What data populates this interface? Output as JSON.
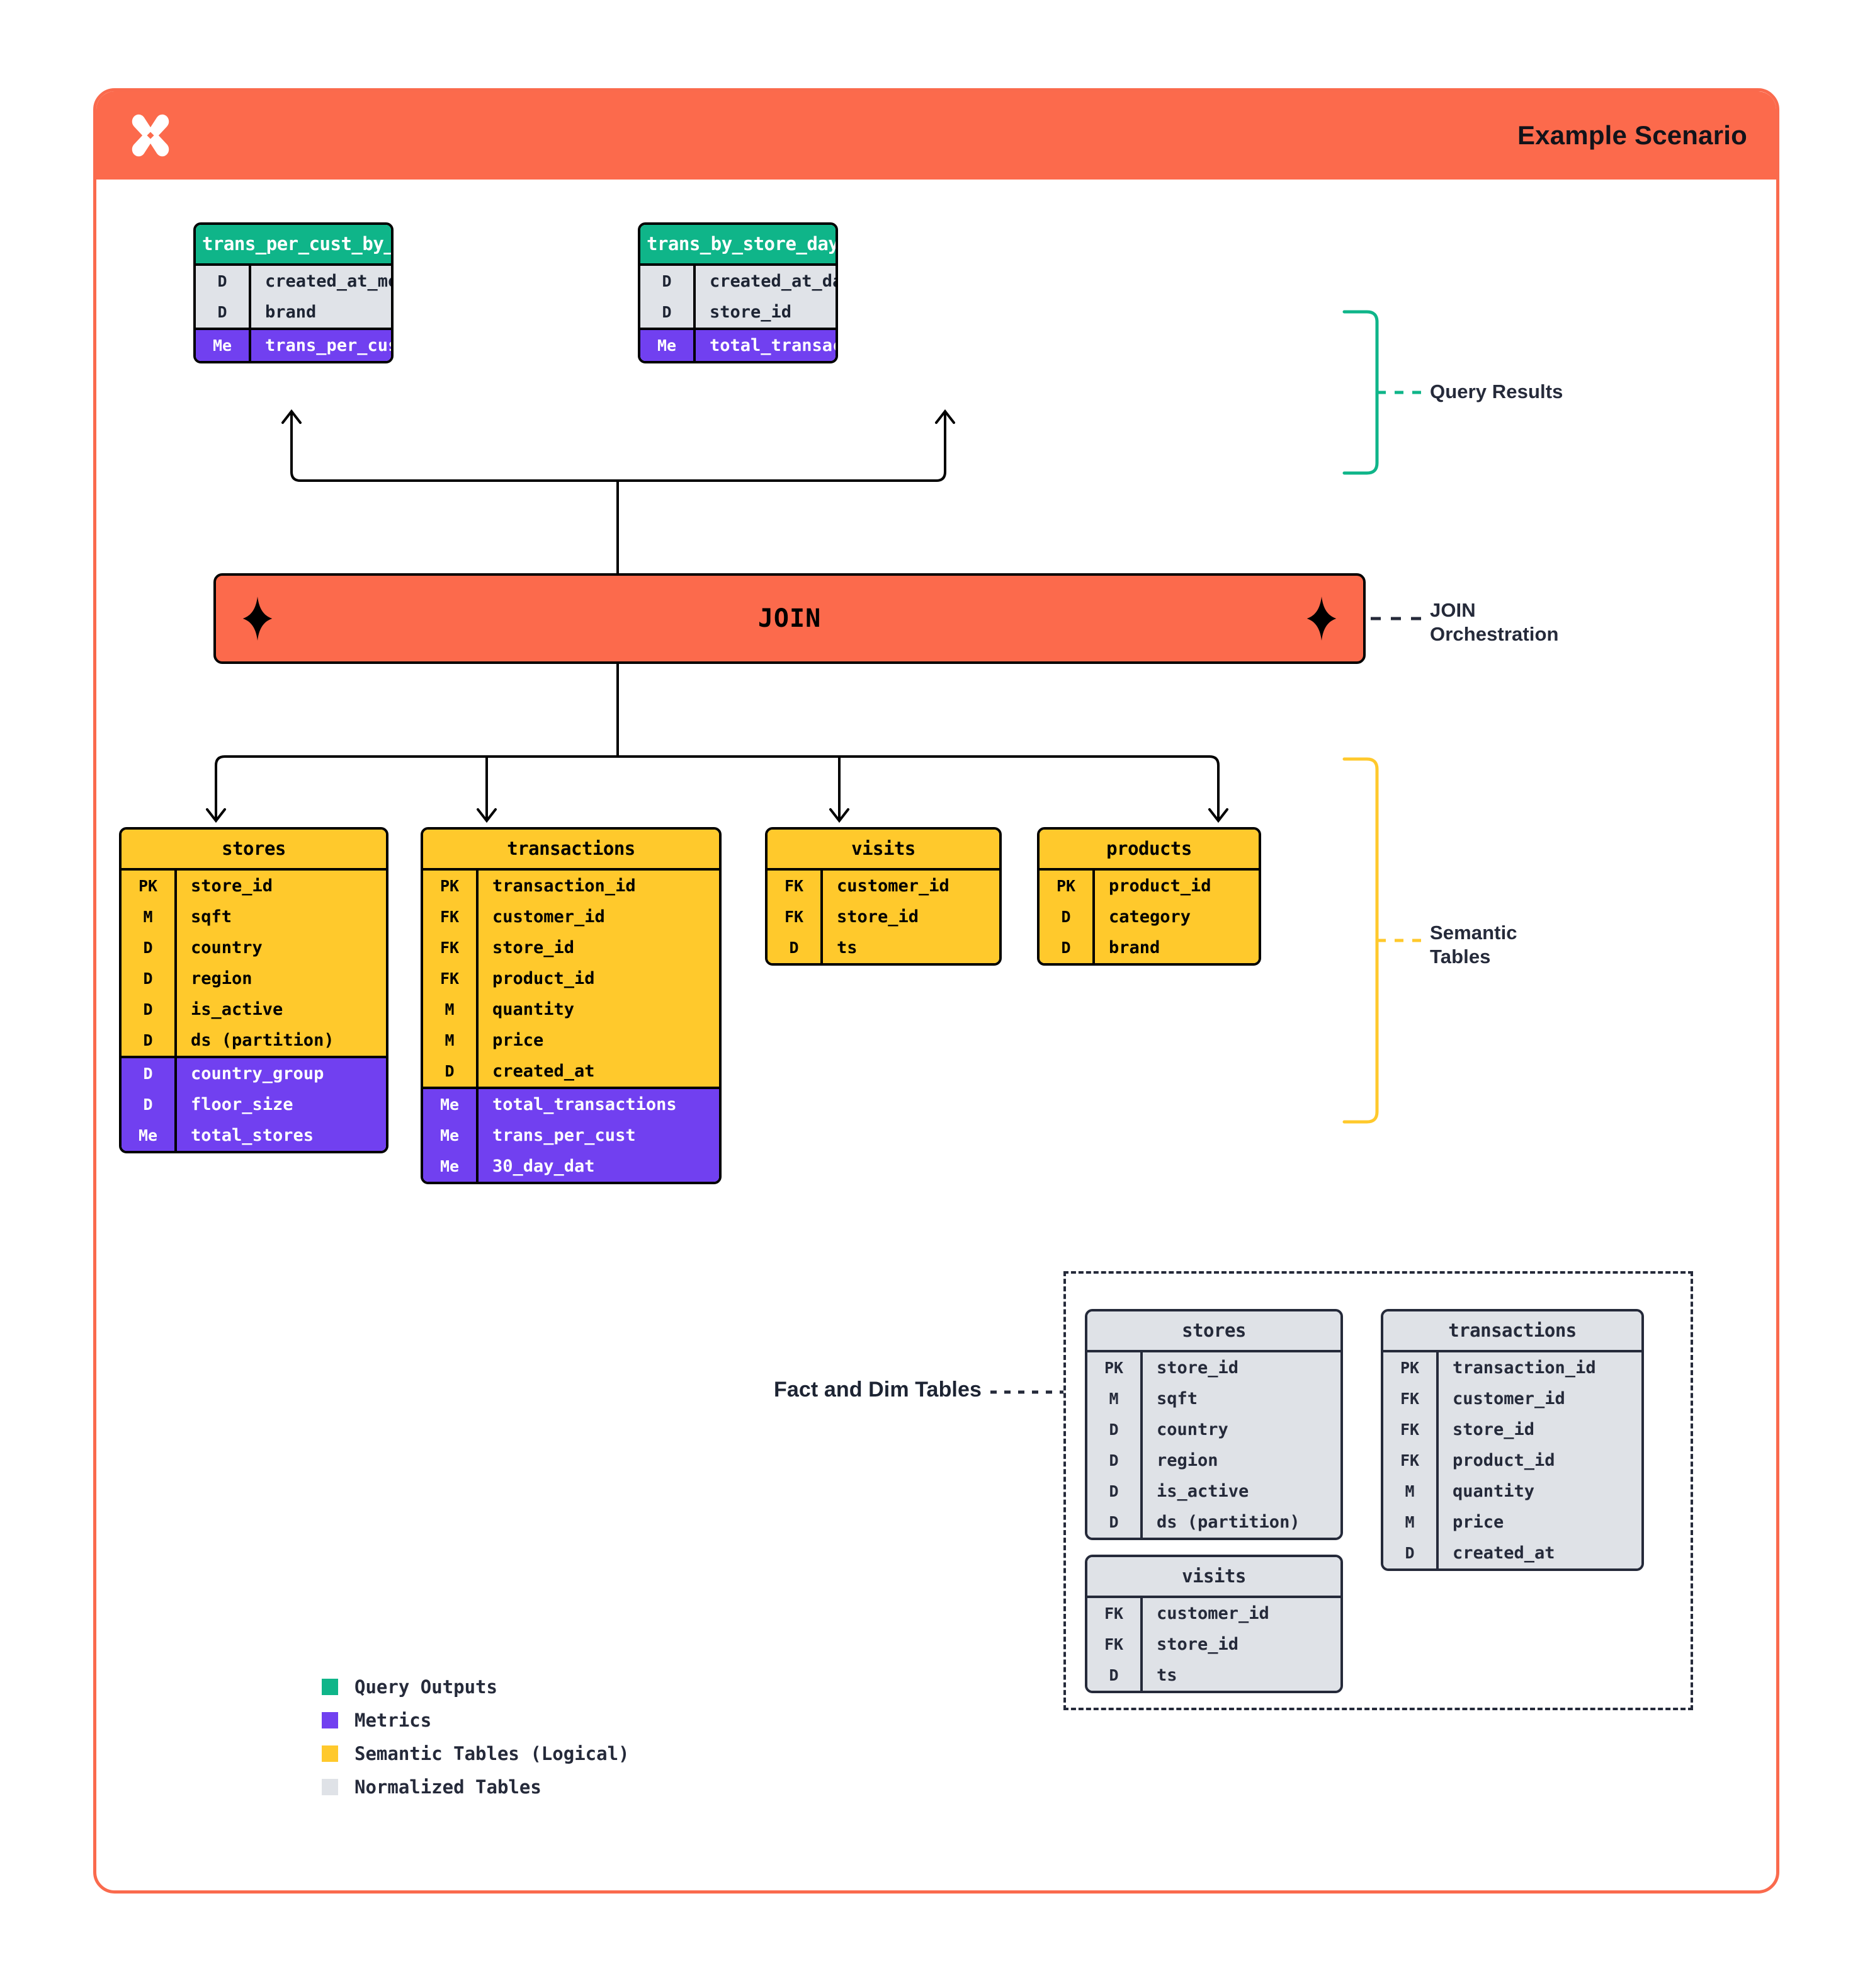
{
  "header": {
    "title": "Example Scenario",
    "logo_icon": "sparkle-x-logo",
    "bg": "#fc6a4c"
  },
  "colors": {
    "query_outputs": "#0fb589",
    "metrics": "#7140f0",
    "semantic": "#ffc92c",
    "normalized": "#dfe2e7",
    "accent": "#fc6a4c",
    "ink": "#252a3a"
  },
  "query_results": [
    {
      "name": "trans_per_cust_by_brand_month",
      "dims": [
        {
          "k": "D",
          "v": "created_at_month"
        },
        {
          "k": "D",
          "v": "brand"
        }
      ],
      "metrics": [
        {
          "k": "Me",
          "v": "trans_per_cust"
        }
      ]
    },
    {
      "name": "trans_by_store_day",
      "dims": [
        {
          "k": "D",
          "v": "created_at_day"
        },
        {
          "k": "D",
          "v": "store_id"
        }
      ],
      "metrics": [
        {
          "k": "Me",
          "v": "total_transactions"
        }
      ]
    }
  ],
  "join": {
    "label": "JOIN",
    "left_icon": "sparkle-diamond-icon",
    "right_icon": "sparkle-diamond-icon"
  },
  "semantic_tables": [
    {
      "name": "stores",
      "dims": [
        {
          "k": "PK",
          "v": "store_id"
        },
        {
          "k": "M",
          "v": "sqft"
        },
        {
          "k": "D",
          "v": "country"
        },
        {
          "k": "D",
          "v": "region"
        },
        {
          "k": "D",
          "v": "is_active"
        },
        {
          "k": "D",
          "v": "ds (partition)"
        }
      ],
      "metrics": [
        {
          "k": "D",
          "v": "country_group"
        },
        {
          "k": "D",
          "v": "floor_size"
        },
        {
          "k": "Me",
          "v": "total_stores"
        }
      ]
    },
    {
      "name": "transactions",
      "dims": [
        {
          "k": "PK",
          "v": "transaction_id"
        },
        {
          "k": "FK",
          "v": "customer_id"
        },
        {
          "k": "FK",
          "v": "store_id"
        },
        {
          "k": "FK",
          "v": "product_id"
        },
        {
          "k": "M",
          "v": "quantity"
        },
        {
          "k": "M",
          "v": "price"
        },
        {
          "k": "D",
          "v": "created_at"
        }
      ],
      "metrics": [
        {
          "k": "Me",
          "v": "total_transactions"
        },
        {
          "k": "Me",
          "v": "trans_per_cust"
        },
        {
          "k": "Me",
          "v": "30_day_dat"
        }
      ]
    },
    {
      "name": "visits",
      "dims": [
        {
          "k": "FK",
          "v": "customer_id"
        },
        {
          "k": "FK",
          "v": "store_id"
        },
        {
          "k": "D",
          "v": "ts"
        }
      ],
      "metrics": []
    },
    {
      "name": "products",
      "dims": [
        {
          "k": "PK",
          "v": "product_id"
        },
        {
          "k": "D",
          "v": "category"
        },
        {
          "k": "D",
          "v": "brand"
        }
      ],
      "metrics": []
    }
  ],
  "normalized_tables": [
    {
      "name": "stores",
      "dims": [
        {
          "k": "PK",
          "v": "store_id"
        },
        {
          "k": "M",
          "v": "sqft"
        },
        {
          "k": "D",
          "v": "country"
        },
        {
          "k": "D",
          "v": "region"
        },
        {
          "k": "D",
          "v": "is_active"
        },
        {
          "k": "D",
          "v": "ds (partition)"
        }
      ]
    },
    {
      "name": "transactions",
      "dims": [
        {
          "k": "PK",
          "v": "transaction_id"
        },
        {
          "k": "FK",
          "v": "customer_id"
        },
        {
          "k": "FK",
          "v": "store_id"
        },
        {
          "k": "FK",
          "v": "product_id"
        },
        {
          "k": "M",
          "v": "quantity"
        },
        {
          "k": "M",
          "v": "price"
        },
        {
          "k": "D",
          "v": "created_at"
        }
      ]
    },
    {
      "name": "visits",
      "dims": [
        {
          "k": "FK",
          "v": "customer_id"
        },
        {
          "k": "FK",
          "v": "store_id"
        },
        {
          "k": "D",
          "v": "ts"
        }
      ]
    }
  ],
  "annotations": {
    "query_results": "Query Results",
    "join_line1": "JOIN",
    "join_line2": "Orchestration",
    "semantic_line1": "Semantic",
    "semantic_line2": "Tables",
    "fact_and_dim": "Fact and Dim Tables"
  },
  "legend": [
    {
      "label": "Query Outputs",
      "color": "#0fb589"
    },
    {
      "label": "Metrics",
      "color": "#7140f0"
    },
    {
      "label": "Semantic Tables (Logical)",
      "color": "#ffc92c"
    },
    {
      "label": "Normalized Tables",
      "color": "#dfe2e7"
    }
  ]
}
